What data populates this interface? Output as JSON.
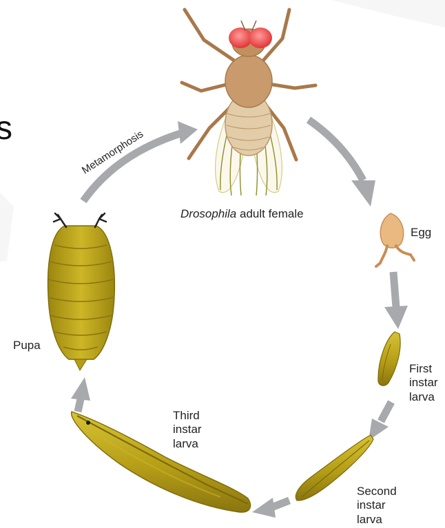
{
  "diagram": {
    "stages": {
      "adult": {
        "name": "Drosophila",
        "rest": " adult female"
      },
      "egg": "Egg",
      "first_instar": "First\ninstar\nlarva",
      "second_instar": "Second\ninstar\nlarva",
      "third_instar": "Third\ninstar\nlarva",
      "pupa": "Pupa"
    },
    "transition": "Metamorphosis",
    "partial_text": "s"
  },
  "colors": {
    "arrow": "#a7a9ac",
    "larva": "#b59e17",
    "larva_dark": "#7d6a08",
    "fly_body": "#c99a6b",
    "fly_eye": "#ef4b4b",
    "wing_vein": "#8b8d2a"
  }
}
